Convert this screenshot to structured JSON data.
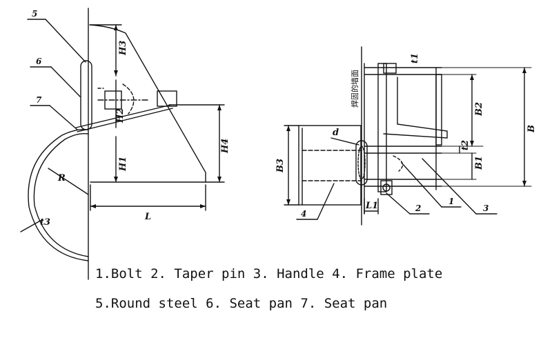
{
  "left_view": {
    "callouts": [
      "5",
      "6",
      "7"
    ],
    "dimensions": {
      "H3": "H3",
      "H2": "H2",
      "H1": "H1",
      "H4": "H4",
      "R": "R",
      "L": "L",
      "t3": "t3"
    }
  },
  "right_view": {
    "vertical_text": "焊固的墙面",
    "callouts": [
      "1",
      "2",
      "3",
      "4"
    ],
    "dimensions": {
      "t1": "t1",
      "B2": "B2",
      "B": "B",
      "d": "d",
      "t2": "t2",
      "B1": "B1",
      "B3": "B3",
      "L1": "L1"
    }
  },
  "caption": {
    "line1": "1.Bolt 2. Taper pin 3. Handle 4. Frame plate",
    "line2": "5.Round steel 6. Seat pan 7. Seat pan"
  }
}
